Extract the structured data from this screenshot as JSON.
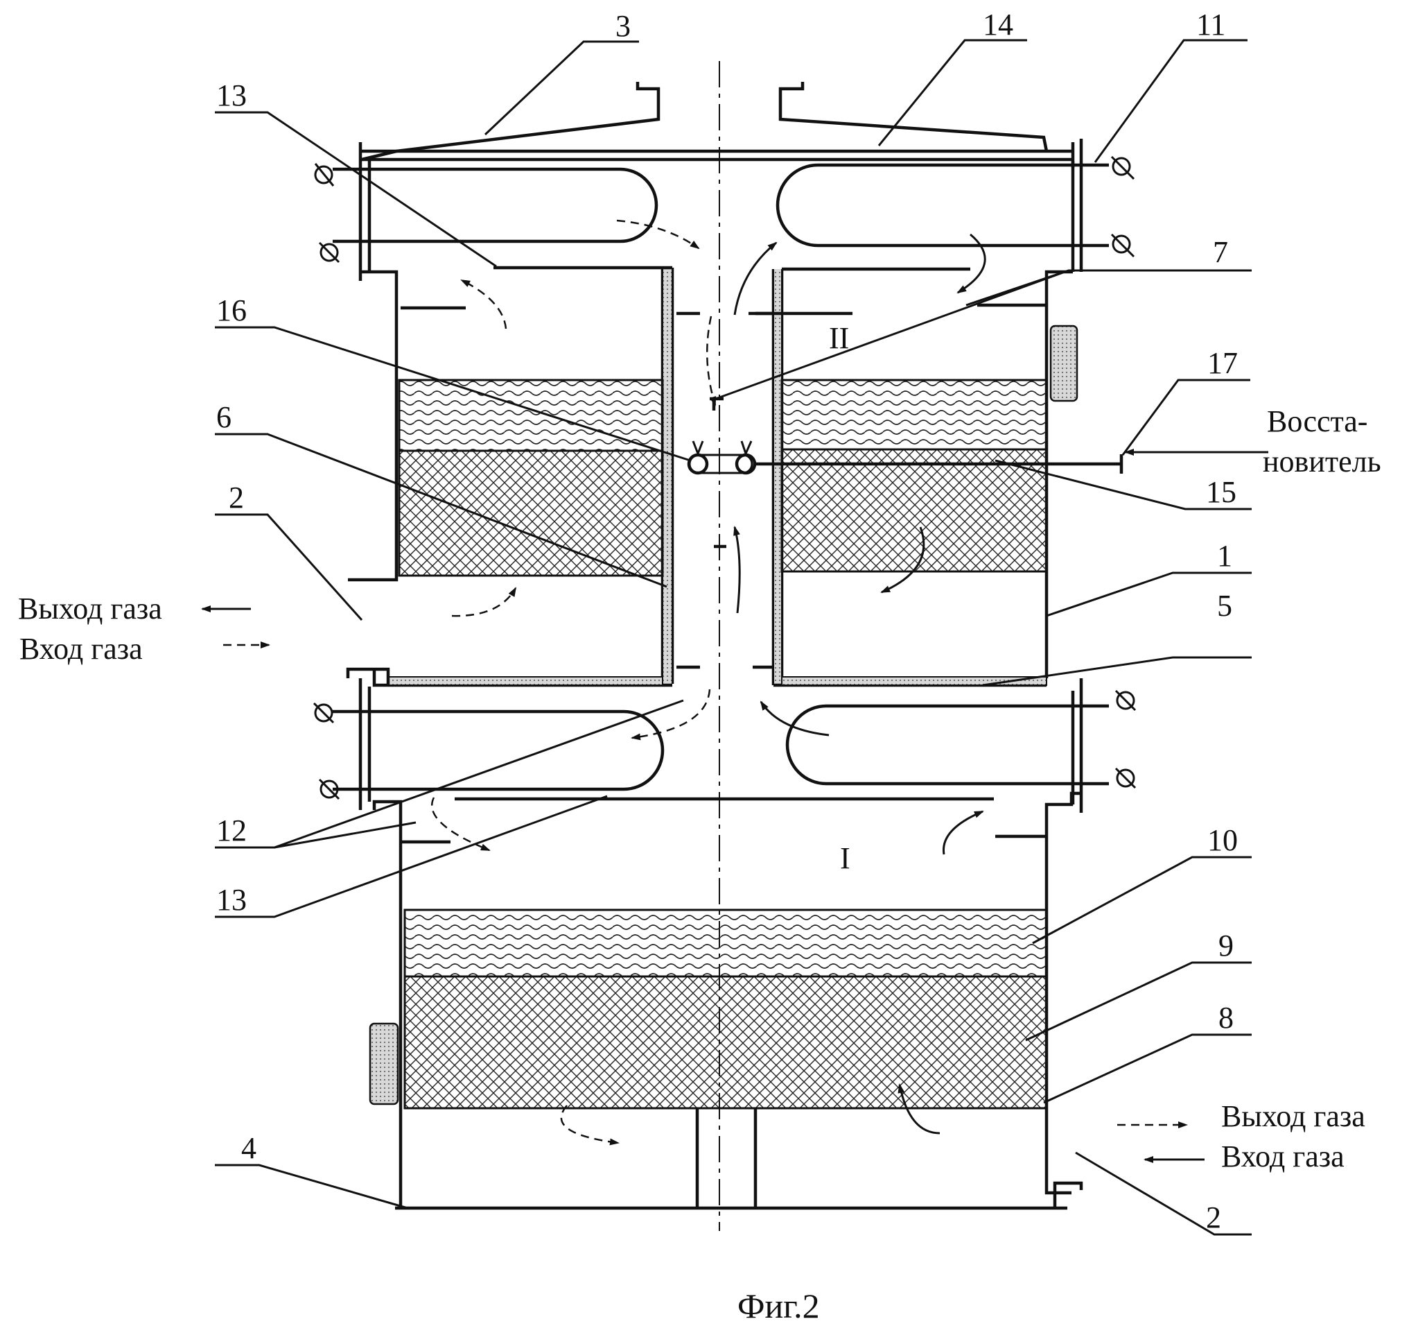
{
  "figure": {
    "caption": "Фиг.2",
    "chambers": {
      "upper": "II",
      "lower": "I"
    },
    "reducer_label": {
      "line1": "Восста-",
      "line2": "новитель"
    },
    "legend_left": {
      "gas_out": "Выход газа",
      "gas_in": "Вход газа"
    },
    "legend_right": {
      "gas_out": "Выход газа",
      "gas_in": "Вход газа"
    },
    "callouts": {
      "n1": "1",
      "n2a": "2",
      "n2b": "2",
      "n3": "3",
      "n4": "4",
      "n5": "5",
      "n6": "6",
      "n7": "7",
      "n8": "8",
      "n9": "9",
      "n10": "10",
      "n11": "11",
      "n12": "12",
      "n13a": "13",
      "n13b": "13",
      "n14": "14",
      "n15": "15",
      "n16": "16",
      "n17": "17"
    },
    "colors": {
      "ink": "#111111",
      "insulation": "#c8c8c8",
      "background": "#ffffff"
    }
  }
}
